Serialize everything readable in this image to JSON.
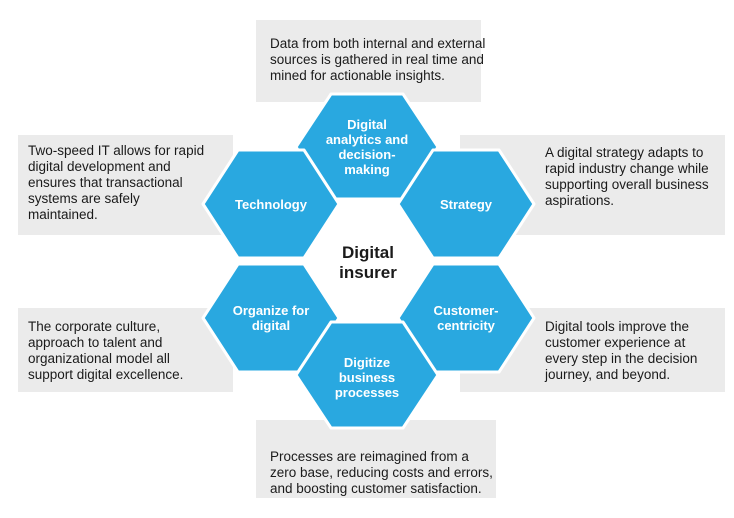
{
  "colors": {
    "hexagon_fill": "#29a8e0",
    "hexagon_stroke": "#ffffff",
    "box_fill": "#ebebeb",
    "text": "#1a1a1a",
    "hex_text": "#ffffff"
  },
  "center": {
    "lines": [
      "Digital",
      "insurer"
    ]
  },
  "hexagons": {
    "analytics": {
      "lines": [
        "Digital",
        "analytics and",
        "decision-",
        "making"
      ]
    },
    "technology": {
      "lines": [
        "Technology"
      ]
    },
    "strategy": {
      "lines": [
        "Strategy"
      ]
    },
    "organize": {
      "lines": [
        "Organize for",
        "digital"
      ]
    },
    "customer": {
      "lines": [
        "Customer-",
        "centricity"
      ]
    },
    "digitize": {
      "lines": [
        "Digitize",
        "business",
        "processes"
      ]
    }
  },
  "descriptions": {
    "analytics": {
      "lines": [
        "Data from both internal and external",
        "sources is gathered in real time and",
        "mined for actionable insights."
      ]
    },
    "technology": {
      "lines": [
        "Two-speed IT allows for rapid",
        "digital development and",
        "ensures that transactional",
        "systems are safely",
        "maintained."
      ]
    },
    "strategy": {
      "lines": [
        "A digital strategy adapts to",
        "rapid industry change while",
        "supporting overall business",
        "aspirations."
      ]
    },
    "organize": {
      "lines": [
        "The corporate culture,",
        "approach to talent and",
        "organizational model all",
        "support digital excellence."
      ]
    },
    "customer": {
      "lines": [
        "Digital tools improve the",
        "customer experience at",
        "every step in the decision",
        "journey, and beyond."
      ]
    },
    "digitize": {
      "lines": [
        "Processes are reimagined from a",
        "zero base, reducing costs and errors,",
        "and boosting customer satisfaction."
      ]
    }
  }
}
